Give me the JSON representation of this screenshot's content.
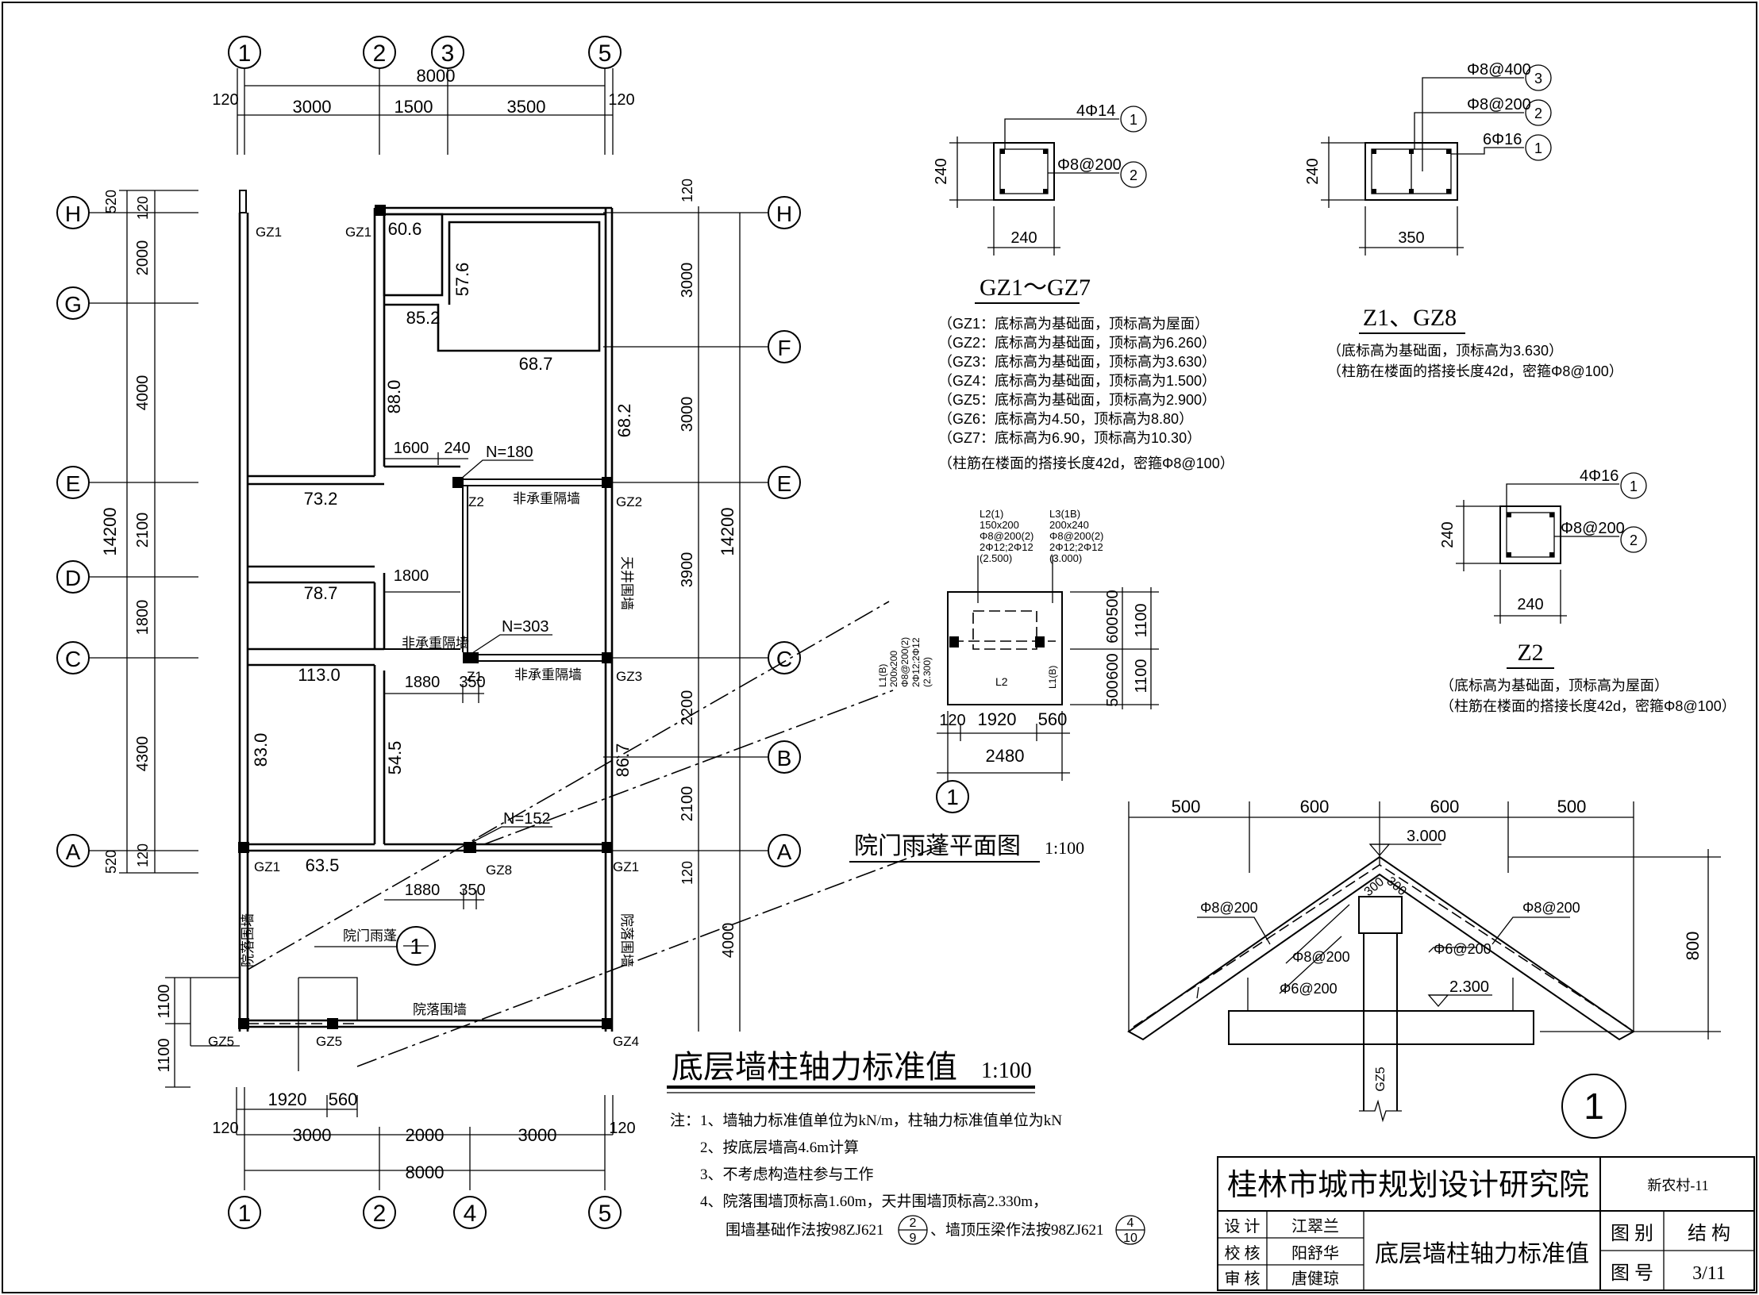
{
  "grid_lines": {
    "top_numbers": [
      "1",
      "2",
      "3",
      "5"
    ],
    "bottom_numbers": [
      "1",
      "2",
      "4",
      "5"
    ],
    "left_letters": [
      "H",
      "G",
      "E",
      "D",
      "C",
      "A"
    ],
    "right_letters": [
      "H",
      "F",
      "E",
      "C",
      "B",
      "A"
    ]
  },
  "dimensions": {
    "top_total": "8000",
    "top_segments": [
      "120",
      "3000",
      "1500",
      "3500",
      "120"
    ],
    "left_total": "14200",
    "left_segments": [
      "520",
      "120",
      "2000",
      "4000",
      "2100",
      "1800",
      "4300",
      "120",
      "520"
    ],
    "right_total": "14200",
    "right_segments": [
      "120",
      "3000",
      "3000",
      "3900",
      "2200",
      "2100",
      "120",
      "4000"
    ],
    "bottom_total": "8000",
    "bottom_segments": [
      "120",
      "3000",
      "2000",
      "3000",
      "120"
    ],
    "bottom_upper": [
      "1920",
      "560"
    ],
    "left_lower": [
      "1100",
      "1100"
    ],
    "plan_inner": [
      "1600",
      "240",
      "1800",
      "1880",
      "350",
      "1880",
      "350"
    ]
  },
  "plan_labels": {
    "columns": [
      "GZ1",
      "GZ1",
      "Z2",
      "GZ2",
      "Z1",
      "GZ3",
      "GZ1",
      "GZ8",
      "GZ1",
      "GZ5",
      "GZ5",
      "GZ4"
    ],
    "wall_values": [
      "60.6",
      "57.6",
      "85.2",
      "68.7",
      "88.0",
      "68.2",
      "73.2",
      "78.7",
      "113.0",
      "83.0",
      "54.5",
      "86.7",
      "63.5"
    ],
    "forces": [
      "N=180",
      "N=303",
      "N=152"
    ],
    "partition_1": "非承重隔墙",
    "partition_2": "非承重隔墙",
    "partition_3": "非承重隔墙",
    "courtyard_wall_v_left": "院落围墙",
    "courtyard_wall_v_right": "院落围墙",
    "courtyard_wall_h": "院落围墙",
    "patio_wall": "天井围墙",
    "canopy_label": "院门雨蓬",
    "detail_ref": "1"
  },
  "main_title": {
    "text": "底层墙柱轴力标准值",
    "scale": "1:100"
  },
  "notes": [
    "注：1、墙轴力标准值单位为kN/m，柱轴力标准值单位为kN",
    "2、按底层墙高4.6m计算",
    "3、不考虑构造柱参与工作",
    "4、院落围墙顶标高1.60m，天井围墙顶标高2.330m，",
    "围墙基础作法按98ZJ621",
    "、墙顶压梁作法按98ZJ621"
  ],
  "note_refs": [
    {
      "top": "2",
      "bottom": "9"
    },
    {
      "top": "4",
      "bottom": "10"
    }
  ],
  "gz_section": {
    "dim_h": "240",
    "dim_w": "240",
    "rebar_1": "4Φ14",
    "rebar_2": "Φ8@200",
    "tag_1": "1",
    "tag_2": "2",
    "title": "GZ1～GZ7",
    "notes": [
      "（GZ1：底标高为基础面，顶标高为屋面）",
      "（GZ2：底标高为基础面，顶标高为6.260）",
      "（GZ3：底标高为基础面，顶标高为3.630）",
      "（GZ4：底标高为基础面，顶标高为1.500）",
      "（GZ5：底标高为基础面，顶标高为2.900）",
      "（GZ6：底标高为4.50，顶标高为8.80）",
      "（GZ7：底标高为6.90，顶标高为10.30）",
      "（柱筋在楼面的搭接长度42d，密箍Φ8@100）"
    ]
  },
  "z1_section": {
    "dim_h": "240",
    "dim_w": "350",
    "rebar_1": "6Φ16",
    "rebar_2": "Φ8@200",
    "rebar_3": "Φ8@400",
    "tag_1": "1",
    "tag_2": "2",
    "tag_3": "3",
    "title": "Z1、GZ8",
    "notes": [
      "（底标高为基础面，顶标高为3.630）",
      "（柱筋在楼面的搭接长度42d，密箍Φ8@100）"
    ]
  },
  "z2_section": {
    "dim_h": "240",
    "dim_w": "240",
    "rebar_1": "4Φ16",
    "rebar_2": "Φ8@200",
    "tag_1": "1",
    "tag_2": "2",
    "title": "Z2",
    "notes": [
      "（底标高为基础面，顶标高为屋面）",
      "（柱筋在楼面的搭接长度42d，密箍Φ8@100）"
    ]
  },
  "canopy_plan": {
    "title": "院门雨蓬平面图",
    "scale": "1:100",
    "ref": "1",
    "beam_l2": [
      "L2(1)",
      "150x200",
      "Φ8@200(2)",
      "2Φ12;2Φ12",
      "(2.500)"
    ],
    "beam_l3": [
      "L3(1B)",
      "200x240",
      "Φ8@200(2)",
      "2Φ12;2Φ12",
      "(3.000)"
    ],
    "beam_l1": [
      "L1(B)",
      "200x200",
      "Φ8@200(2)",
      "2Φ12;2Φ12",
      "(2.300)"
    ],
    "l2_label": "L2",
    "l1_label": "L1(B)",
    "dims_right": [
      "500",
      "600",
      "600",
      "500"
    ],
    "dims_right_outer": [
      "1100",
      "1100"
    ],
    "dims_bottom": [
      "120",
      "1920",
      "560"
    ],
    "dims_bottom_total": "2480"
  },
  "roof_section": {
    "dims_top": [
      "500",
      "600",
      "600",
      "500"
    ],
    "elev_top": "3.000",
    "elev_beam": "2.300",
    "dim_height": "800",
    "rebar_labels": [
      "Φ8@200",
      "Φ8@200",
      "Φ8@200",
      "Φ6@200",
      "Φ6@200"
    ],
    "slab_thk": [
      "300",
      "300"
    ],
    "column": "GZ5",
    "ref": "1"
  },
  "title_block": {
    "institute": "桂林市城市规划设计研究院",
    "project": "新农村-11",
    "roles": [
      "设 计",
      "校 核",
      "审 核"
    ],
    "names": [
      "江翠兰",
      "阳舒华",
      "唐健琼"
    ],
    "drawing_name": "底层墙柱轴力标准值",
    "category_label": "图 别",
    "category_value": "结 构",
    "number_label": "图 号",
    "number_value": "3/11"
  }
}
